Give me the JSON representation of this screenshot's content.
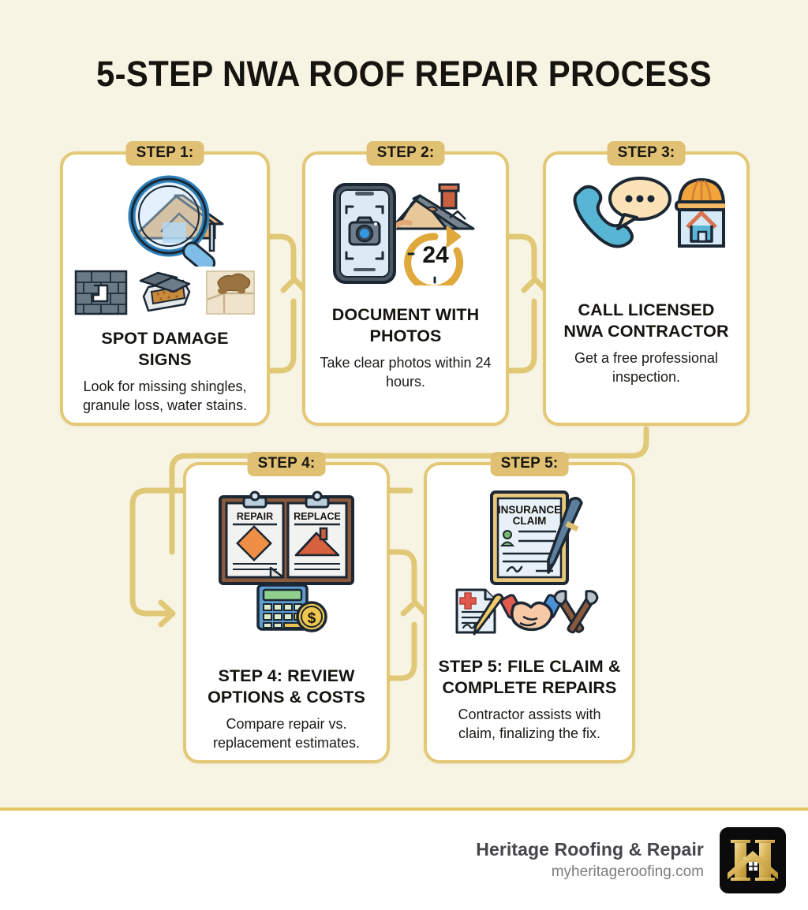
{
  "page": {
    "title": "5-STEP NWA ROOF REPAIR PROCESS",
    "background_color": "#f8f4e4",
    "accent_color": "#e3c875",
    "badge_color": "#e0c173",
    "text_color": "#16140f"
  },
  "steps": [
    {
      "badge": "STEP 1:",
      "heading": "SPOT DAMAGE SIGNS",
      "body": "Look for missing shingles, granule loss, water stains.",
      "icons": [
        "magnifier-roof-icon",
        "damaged-shingle-wall-icon",
        "granule-box-icon",
        "water-stain-icon"
      ]
    },
    {
      "badge": "STEP 2:",
      "heading": "DOCUMENT WITH PHOTOS",
      "body": "Take clear photos within 24 hours.",
      "icons": [
        "phone-camera-icon",
        "damaged-roof-icon",
        "24-hour-clock-icon"
      ],
      "clock_label": "24"
    },
    {
      "badge": "STEP 3:",
      "heading": "CALL LICENSED NWA CONTRACTOR",
      "body": "Get a free professional inspection.",
      "icons": [
        "phone-handset-icon",
        "speech-bubble-icon",
        "hard-hat-house-icon"
      ]
    },
    {
      "badge": "STEP 4:",
      "heading": "STEP 4: REVIEW OPTIONS & COSTS",
      "body": "Compare repair vs. replacement estimates.",
      "icons": [
        "clipboard-repair-icon",
        "clipboard-replace-icon",
        "calculator-dollar-icon"
      ],
      "clipboard_left_label": "REPAIR",
      "clipboard_right_label": "REPLACE"
    },
    {
      "badge": "STEP 5:",
      "heading": "STEP 5: FILE CLAIM & COMPLETE REPAIRS",
      "body": "Contractor assists with claim, finalizing the fix.",
      "icons": [
        "insurance-claim-document-icon",
        "pen-icon",
        "signed-form-icon",
        "handshake-icon",
        "crossed-hammers-icon"
      ],
      "claim_title_line1": "INSURANCE",
      "claim_title_line2": "CLAIM"
    }
  ],
  "footer": {
    "brand_name": "Heritage Roofing & Repair",
    "website": "myheritageroofing.com",
    "logo_letter": "H"
  }
}
